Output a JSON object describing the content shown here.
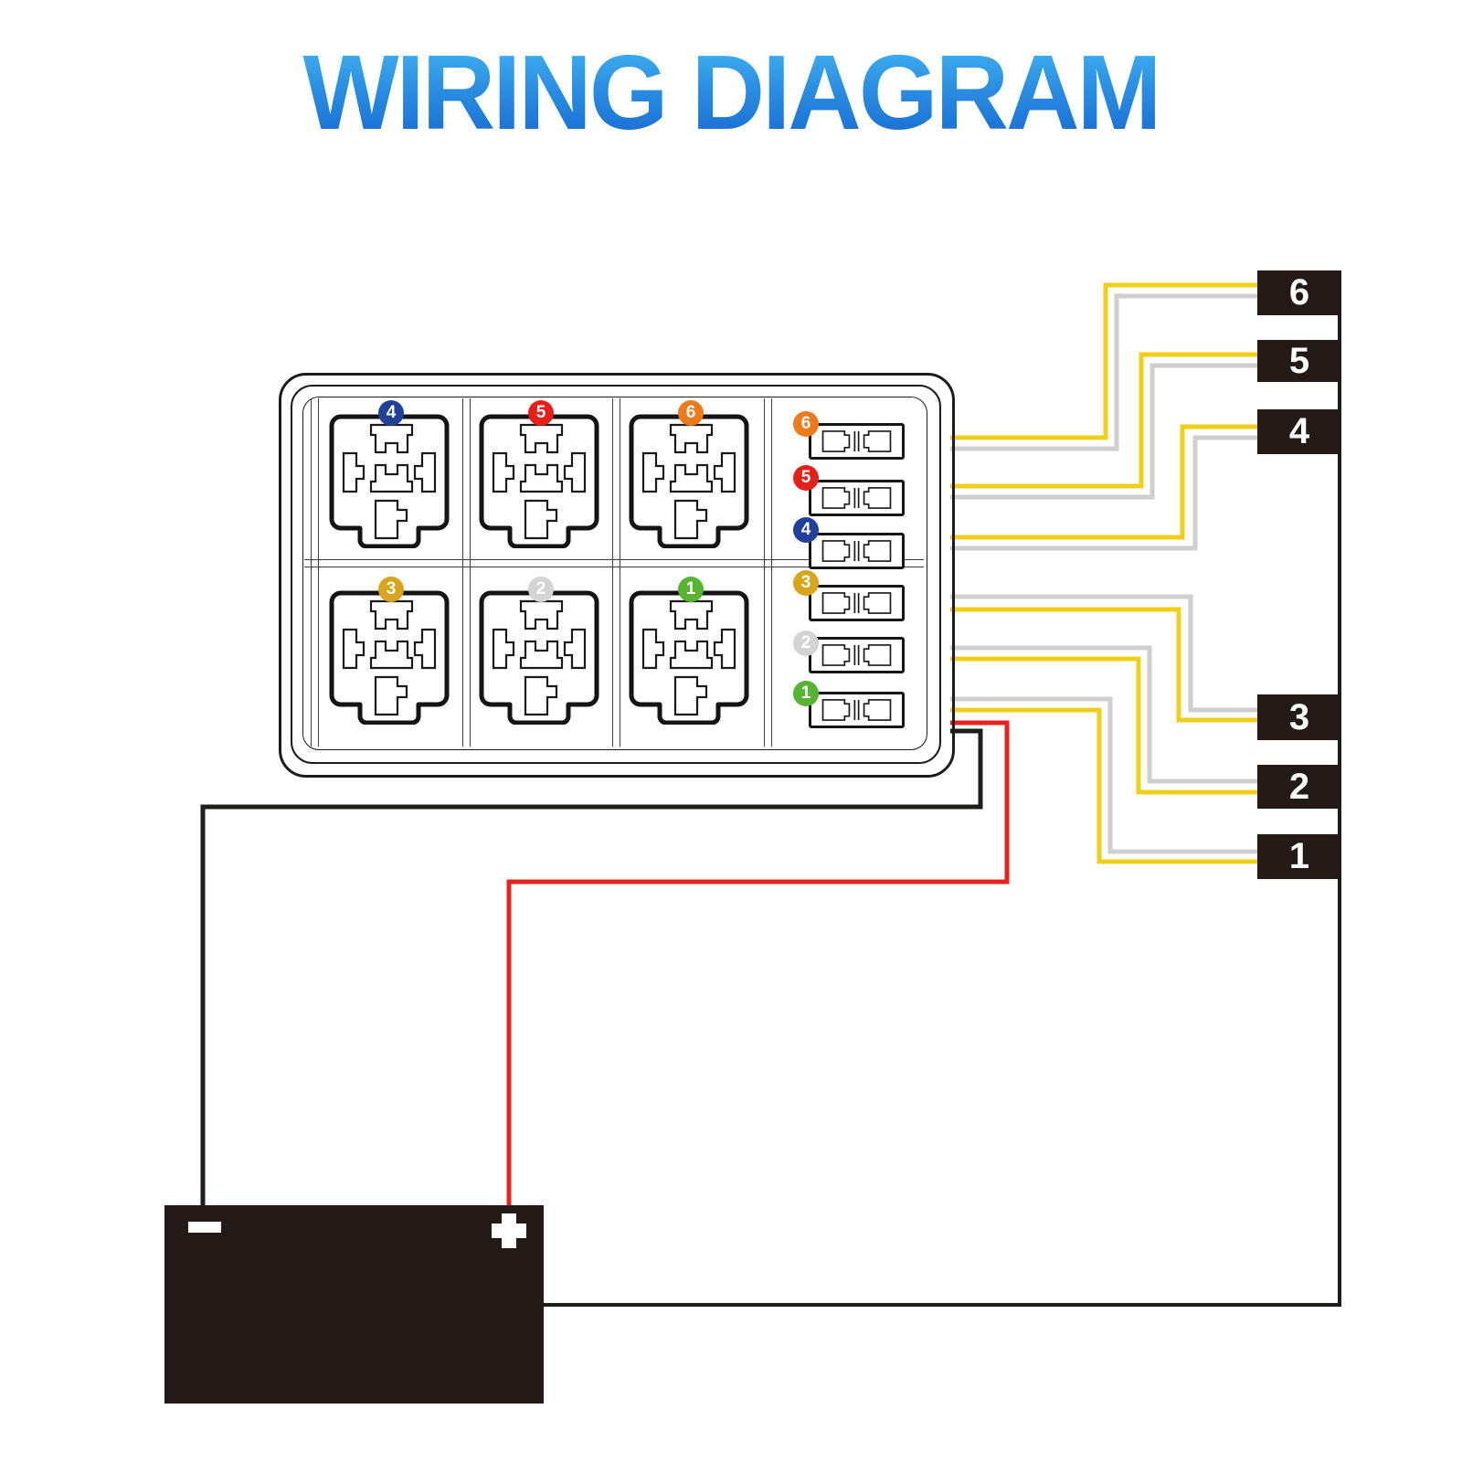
{
  "title": "WIRING DIAGRAM",
  "title_gradient": {
    "top": "#47b9f3",
    "bottom": "#1668d2"
  },
  "relay_box": {
    "relays": [
      {
        "label": "4",
        "color": "#20409a"
      },
      {
        "label": "5",
        "color": "#e71f19"
      },
      {
        "label": "6",
        "color": "#ef7a1b"
      },
      {
        "label": "3",
        "color": "#d9a51d"
      },
      {
        "label": "2",
        "color": "#d4d4d4"
      },
      {
        "label": "1",
        "color": "#55b430"
      }
    ],
    "fuses": [
      {
        "label": "6",
        "color": "#ef7a1b"
      },
      {
        "label": "5",
        "color": "#e71f19"
      },
      {
        "label": "4",
        "color": "#20409a"
      },
      {
        "label": "3",
        "color": "#d9a51d"
      },
      {
        "label": "2",
        "color": "#d4d4d4"
      },
      {
        "label": "1",
        "color": "#55b430"
      }
    ]
  },
  "outputs": [
    {
      "label": "6"
    },
    {
      "label": "5"
    },
    {
      "label": "4"
    },
    {
      "label": "3"
    },
    {
      "label": "2"
    },
    {
      "label": "1"
    }
  ],
  "battery": {
    "negative_label": "-",
    "positive_label": "+"
  },
  "wire_colors": {
    "yellow": "#f0cf1a",
    "gray": "#cfcfcf",
    "red": "#e62320",
    "black": "#1d1d1b"
  }
}
